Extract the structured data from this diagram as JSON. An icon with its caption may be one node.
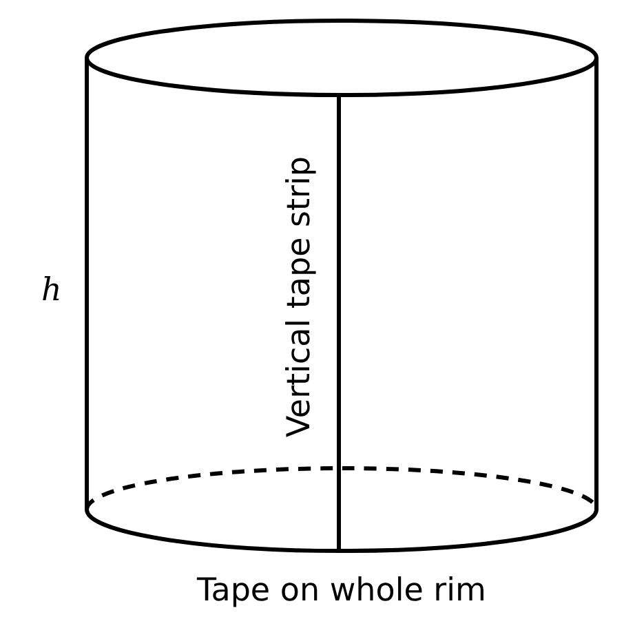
{
  "diagram": {
    "labels": [
      "h",
      "Vertical tape strip",
      "Tape on whole rim"
    ]
  }
}
